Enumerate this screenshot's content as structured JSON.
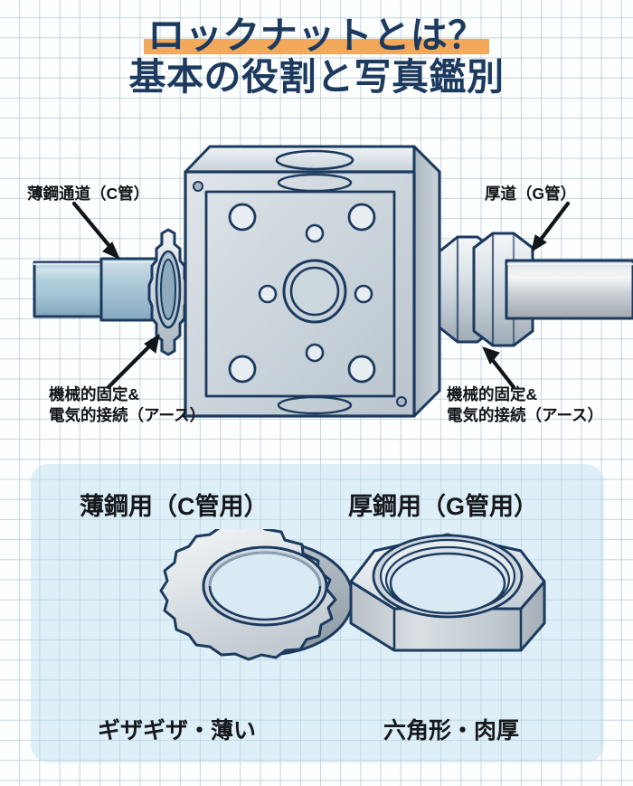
{
  "title": {
    "line1": "ロックナットとは？",
    "line2": "基本の役割と写真鑑別",
    "highlight_color": "#f2a95c",
    "text_color": "#1b3a5e"
  },
  "diagram": {
    "labels": {
      "left_pipe": "薄鋼通道（C管）",
      "right_pipe": "厚道（G管）",
      "left_function_line1": "機械的固定&",
      "left_function_line2": "電気的接続（アース）",
      "right_function_line1": "機械的固定&",
      "right_function_line2": "電気的接続（アース）"
    },
    "parts": {
      "box": "outlet-junction-box",
      "left_pipe": "thin-steel-conduit-c-tube",
      "right_pipe": "thick-steel-conduit-g-tube",
      "left_nuts": "toothed-lock-nuts-pair",
      "right_nuts": "hex-lock-nuts-pair"
    },
    "colors": {
      "outline": "#1b3a5e",
      "metal_light": "#e8edf1",
      "metal_mid": "#c3ccd4",
      "metal_dark": "#9aa7b2",
      "pipe_blue_light": "#bdd6e2",
      "pipe_blue_mid": "#8fb4c8",
      "pipe_gray_light": "#e4e7e9",
      "pipe_gray_mid": "#b9bfc4"
    }
  },
  "comparison": {
    "panel_color": "#bade f0",
    "items": [
      {
        "heading": "薄鋼用（C管用）",
        "caption": "ギザギザ・薄い",
        "shape": "toothed-ring-lock-nut",
        "teeth": 14
      },
      {
        "heading": "厚鋼用（G管用）",
        "caption": "六角形・肉厚",
        "shape": "hexagon-lock-nut",
        "thread_rings": 4
      }
    ]
  }
}
